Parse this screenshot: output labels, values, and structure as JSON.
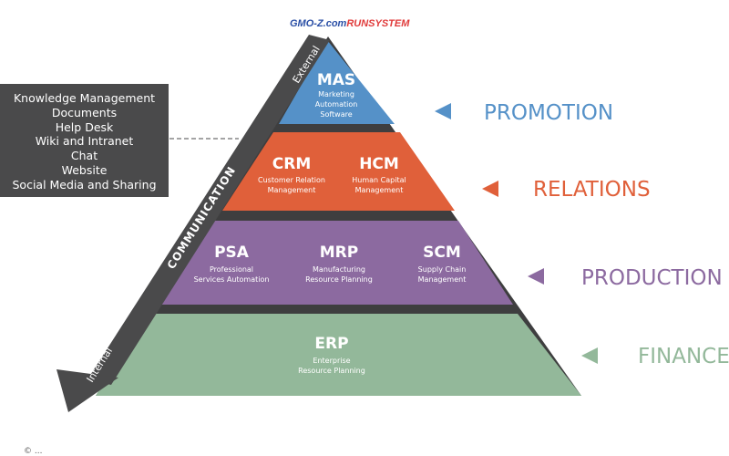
{
  "logo": {
    "part1": "GMO-Z.com",
    "part2": "RUNSYSTEM",
    "color1": "#2a4fa6",
    "color2": "#e03a3a"
  },
  "communication_arrow": {
    "label": "COMMUNICATION",
    "top_label": "External",
    "bottom_label": "Internal",
    "color": "#4a4a4b"
  },
  "tools": {
    "items": [
      "Knowledge Management",
      "Documents",
      "Help Desk",
      "Wiki and Intranet",
      "Chat",
      "Website",
      "Social Media and Sharing"
    ]
  },
  "tiers": [
    {
      "id": "promotion",
      "color": "#5591c8",
      "label": "PROMOTION",
      "systems": [
        {
          "acronym": "MAS",
          "lines": [
            "Marketing",
            "Automation",
            "Software"
          ]
        }
      ]
    },
    {
      "id": "relations",
      "color": "#e0603a",
      "label": "RELATIONS",
      "systems": [
        {
          "acronym": "CRM",
          "lines": [
            "Customer Relation",
            "Management"
          ]
        },
        {
          "acronym": "HCM",
          "lines": [
            "Human Capital",
            "Management"
          ]
        }
      ]
    },
    {
      "id": "production",
      "color": "#8c6aa0",
      "label": "PRODUCTION",
      "systems": [
        {
          "acronym": "PSA",
          "lines": [
            "Professional",
            "Services Automation"
          ]
        },
        {
          "acronym": "MRP",
          "lines": [
            "Manufacturing",
            "Resource Planning"
          ]
        },
        {
          "acronym": "SCM",
          "lines": [
            "Supply Chain",
            "Management"
          ]
        }
      ]
    },
    {
      "id": "finance",
      "color": "#93b89a",
      "label": "FINANCE",
      "systems": [
        {
          "acronym": "ERP",
          "lines": [
            "Enterprise",
            "Resource Planning"
          ]
        }
      ]
    }
  ],
  "copyright": "© ..."
}
